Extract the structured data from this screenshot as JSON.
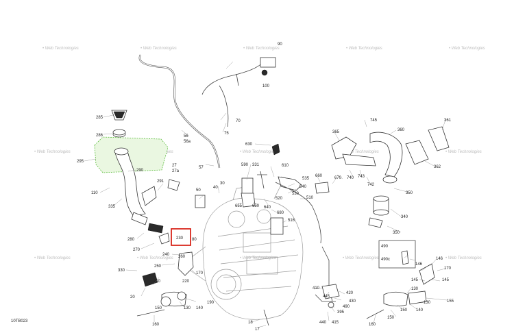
{
  "diagram_code": "10TB023",
  "watermark": "• Web Technologies",
  "highlighted_label": "230",
  "highlight_color": "#d9261c",
  "callouts": {
    "c285": "285",
    "c286": "286",
    "c295": "295",
    "c290": "290",
    "c110": "110",
    "c335": "335",
    "c291": "291",
    "c27": "27",
    "c27a": "27a",
    "c280": "280",
    "c270": "270",
    "c240": "240",
    "c250": "250",
    "c260": "260",
    "c330": "330",
    "c20": "20",
    "c210": "210",
    "c220": "220",
    "c170": "170",
    "c190": "190",
    "c130": "130",
    "c140": "140",
    "c160": "160",
    "c150": "150",
    "c100": "100",
    "c90": "90",
    "c80": "80",
    "c70": "70",
    "c75": "75",
    "c56": "56",
    "c56a": "56a",
    "c57": "57",
    "c50": "50",
    "c40": "40",
    "c30": "30",
    "c630": "630",
    "c590": "590",
    "c331": "331",
    "c610": "610",
    "c535": "535",
    "c540": "540",
    "c530": "530",
    "c510": "510",
    "c655": "655",
    "c650": "650",
    "c640": "640",
    "c520": "520",
    "c680": "680",
    "c516": "516",
    "c660": "660",
    "c670": "670",
    "c365": "365",
    "c745": "745",
    "c360": "360",
    "c361": "361",
    "c740": "740",
    "c743": "743",
    "c742": "742",
    "c362": "362",
    "c350": "350",
    "c340": "340",
    "c490": "490",
    "c490c": "490c",
    "c146": "146",
    "c145": "145",
    "c155": "155",
    "c410": "410",
    "c420": "420",
    "c445": "445",
    "c430": "430",
    "c490b": "490",
    "c395": "395",
    "c440": "440",
    "c415": "415",
    "c18": "18",
    "c17": "17"
  }
}
